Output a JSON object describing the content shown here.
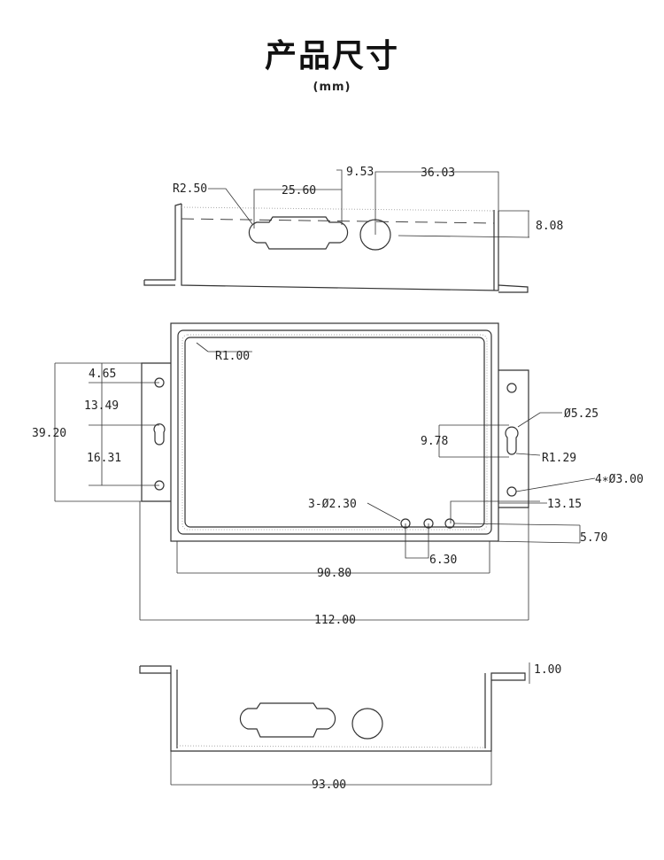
{
  "header": {
    "title": "产品尺寸",
    "unit": "(mm)"
  },
  "top_view": {
    "dims": {
      "r250": "R2.50",
      "d2560": "25.60",
      "d953": "9.53",
      "d3603": "36.03",
      "d808": "8.08"
    }
  },
  "front_view": {
    "dims": {
      "r100": "R1.00",
      "d465": "4.65",
      "d1349": "13.49",
      "d3920": "39.20",
      "d1631": "16.31",
      "phi525": "Ø5.25",
      "d978": "9.78",
      "r129": "R1.29",
      "holes4": "4∗Ø3.00",
      "holes3": "3-Ø2.30",
      "d1315": "13.15",
      "d570": "5.70",
      "d630": "6.30",
      "d9080": "90.80",
      "d11200": "112.00"
    }
  },
  "bottom_view": {
    "dims": {
      "d100": "1.00",
      "d9300": "93.00"
    }
  }
}
